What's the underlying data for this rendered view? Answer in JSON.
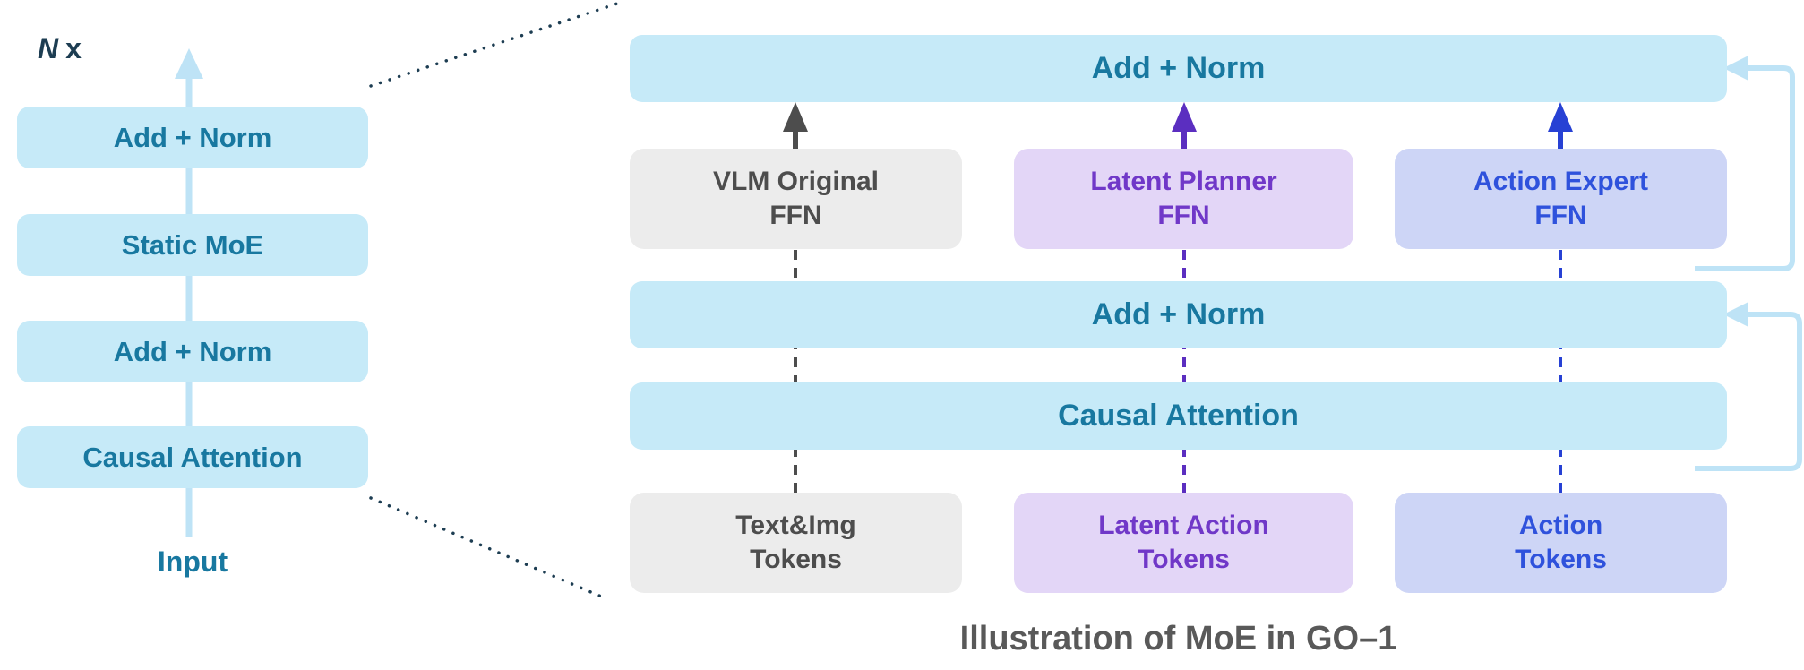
{
  "colors": {
    "lightblue": "#C6EAF8",
    "teal": "#1878A0",
    "gray_box": "#ECECEC",
    "gray_text": "#4D4D4D",
    "gray_arrow": "#4D4D4D",
    "purple_box": "#E3D6F7",
    "purple_text": "#7038C8",
    "purple_arrow": "#5B2EC0",
    "blue_box": "#CDD5F6",
    "blue_text": "#2F52DC",
    "blue_arrow": "#2741D4",
    "residual": "#BEE3F6",
    "dotted": "#1D3D52",
    "caption": "#595959",
    "nx_text": "#1D3D52"
  },
  "left": {
    "repeat_label": {
      "n": "N",
      "x": "x"
    },
    "boxes": [
      {
        "label": "Add + Norm"
      },
      {
        "label": "Static MoE"
      },
      {
        "label": "Add + Norm"
      },
      {
        "label": "Causal Attention"
      }
    ],
    "input_label": "Input"
  },
  "right": {
    "top_bar": "Add + Norm",
    "mid_bar": "Add + Norm",
    "attention_bar": "Causal Attention",
    "ffn_boxes": [
      {
        "line1": "VLM Original",
        "line2": "FFN"
      },
      {
        "line1": "Latent Planner",
        "line2": "FFN"
      },
      {
        "line1": "Action Expert",
        "line2": "FFN"
      }
    ],
    "token_boxes": [
      {
        "line1": "Text&Img",
        "line2": "Tokens"
      },
      {
        "line1": "Latent Action",
        "line2": "Tokens"
      },
      {
        "line1": "Action",
        "line2": "Tokens"
      }
    ]
  },
  "caption": "Illustration of MoE in GO–1"
}
